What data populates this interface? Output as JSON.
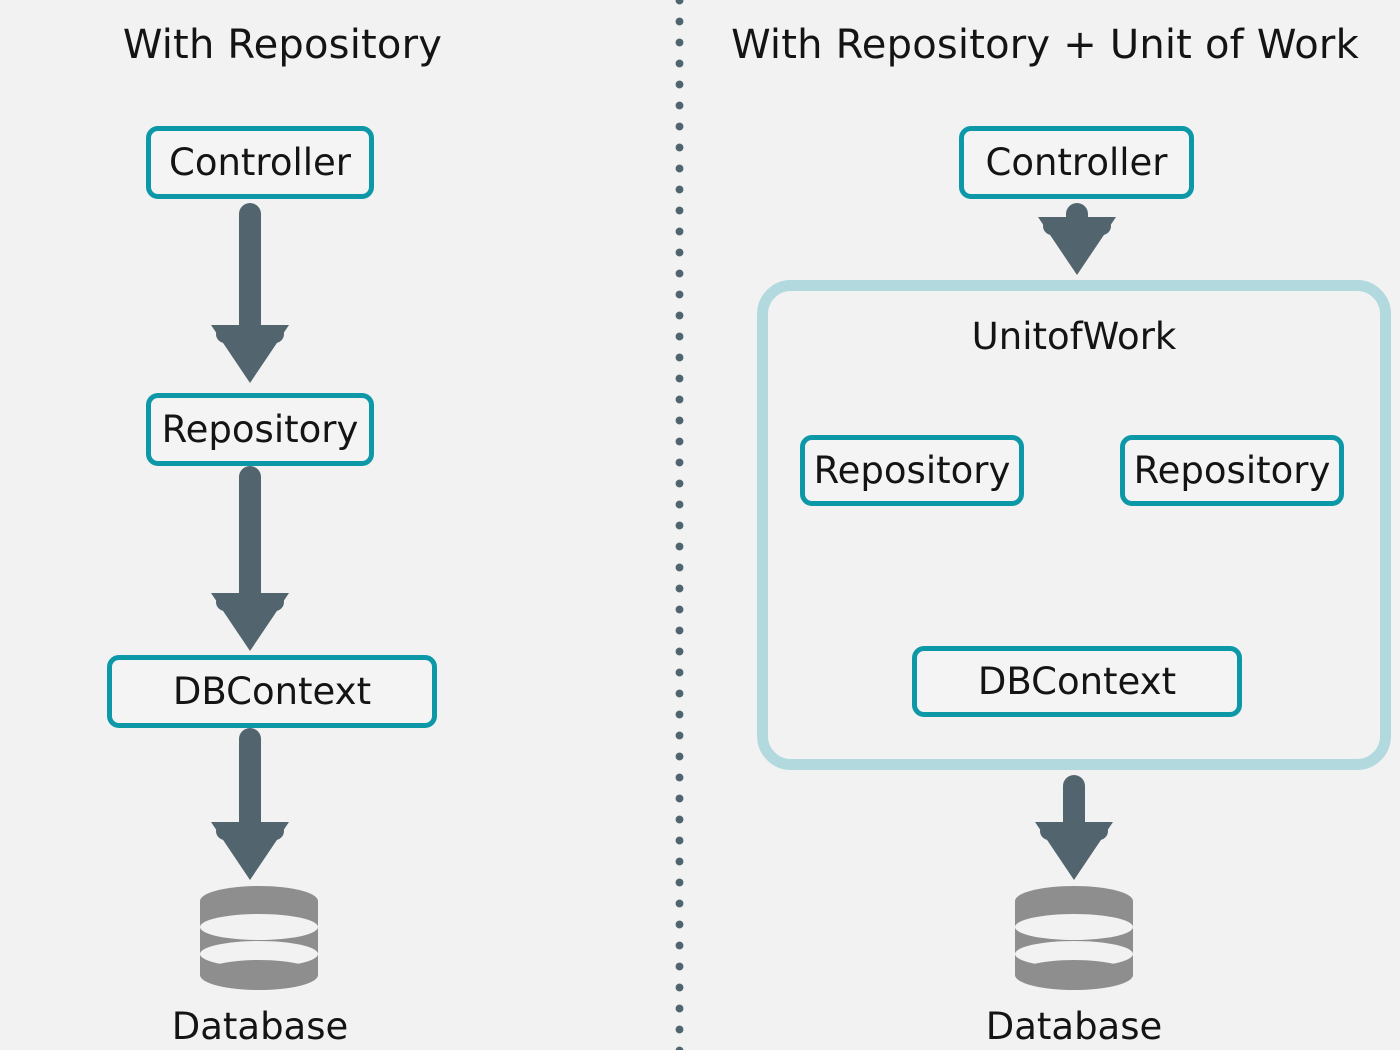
{
  "diagram": {
    "background_color": "#f2f2f2",
    "accent_color": "#0d98a8",
    "arrow_color": "#52656f",
    "container_color": "#b1d9de",
    "database_color": "#8e8e8e",
    "divider_color": "#4e6570"
  },
  "panels": {
    "left": {
      "title": "With Repository",
      "nodes": [
        {
          "label": "Controller"
        },
        {
          "label": "Repository"
        },
        {
          "label": "DBContext"
        }
      ],
      "database_label": "Database"
    },
    "right": {
      "title": "With Repository + Unit of Work",
      "controller": {
        "label": "Controller"
      },
      "container": {
        "label": "UnitofWork",
        "repositories": [
          {
            "label": "Repository"
          },
          {
            "label": "Repository"
          }
        ],
        "dbcontext": {
          "label": "DBContext"
        }
      },
      "database_label": "Database"
    }
  },
  "icons": {
    "divider": "dotted-vertical-divider",
    "arrow": "down-arrow-icon",
    "database": "database-cylinder-icon"
  }
}
